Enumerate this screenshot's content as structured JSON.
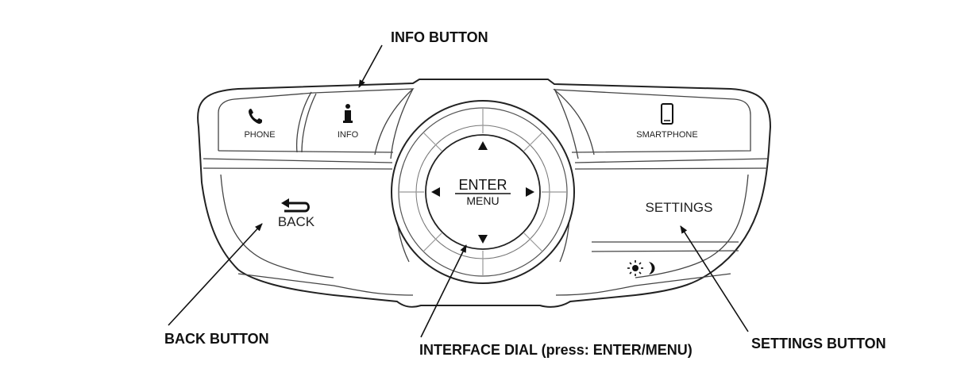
{
  "callouts": {
    "info_button": "INFO BUTTON",
    "back_button": "BACK BUTTON",
    "interface_dial": "INTERFACE DIAL (press: ENTER/MENU)",
    "settings_button": "SETTINGS BUTTON"
  },
  "panel": {
    "phone_label": "PHONE",
    "info_label": "INFO",
    "smartphone_label": "SMARTPHONE",
    "back_label": "BACK",
    "settings_label": "SETTINGS",
    "enter_label": "ENTER",
    "menu_label": "MENU"
  },
  "icons": {
    "phone": "phone-handset-icon",
    "info": "info-i-icon",
    "smartphone": "smartphone-icon",
    "back": "return-arrow-icon",
    "day_night": "sun-moon-icon",
    "up": "up-arrow-icon",
    "down": "down-arrow-icon",
    "left": "left-arrow-icon",
    "right": "right-arrow-icon"
  }
}
